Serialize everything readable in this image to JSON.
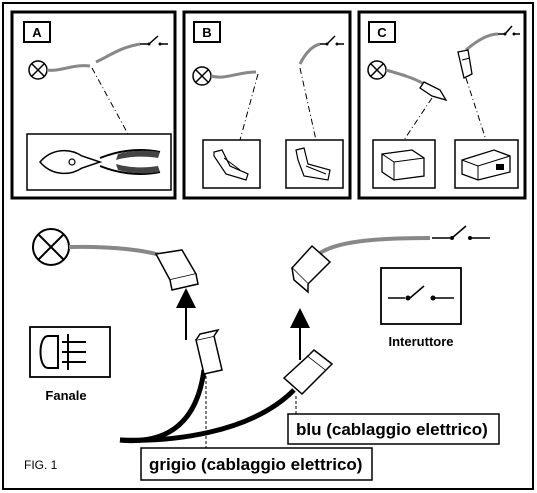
{
  "panels": [
    {
      "letter": "A"
    },
    {
      "letter": "B"
    },
    {
      "letter": "C"
    }
  ],
  "labels": {
    "lamp": "Fanale",
    "switch": "Interuttore",
    "figure": "FIG. 1",
    "blue_wire": "blu (cablaggio elettrico)",
    "grey_wire": "grigio (cablaggio elettrico)"
  },
  "icons": {
    "lamp": "lamp-symbol-icon",
    "fog_light": "fog-light-symbol-icon",
    "switch": "switch-symbol-icon",
    "pliers": "pliers-icon",
    "connector": "connector-icon"
  }
}
